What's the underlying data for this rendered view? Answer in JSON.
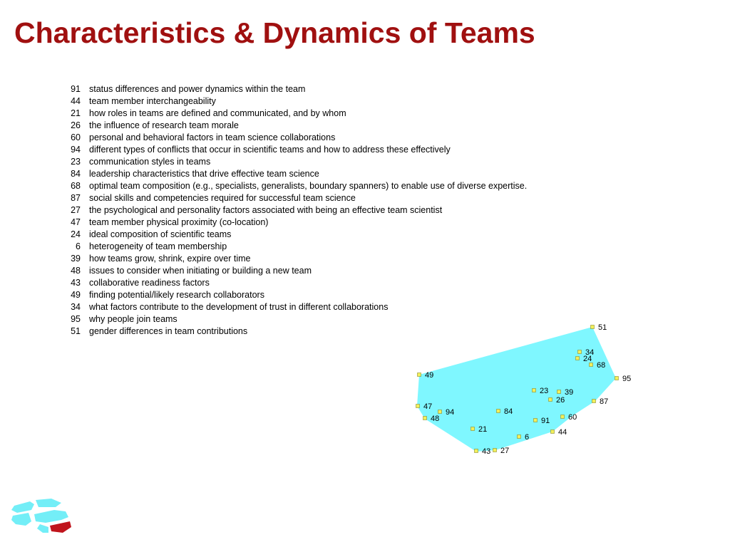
{
  "page": {
    "title": "Characteristics & Dynamics of Teams",
    "title_color": "#a01010",
    "hull_color": "#7ff7ff",
    "point_color": "#f2ef5a",
    "logo_cyan": "#73eef7",
    "logo_red": "#c0141c"
  },
  "items": [
    {
      "num": "91",
      "text": "status differences and power dynamics within the team"
    },
    {
      "num": "44",
      "text": "team member interchangeability"
    },
    {
      "num": "21",
      "text": "how roles in teams are defined and communicated, and by whom"
    },
    {
      "num": "26",
      "text": "the influence of research team morale"
    },
    {
      "num": "60",
      "text": "personal and behavioral factors in team science collaborations"
    },
    {
      "num": "94",
      "text": "different types of conflicts that occur in scientific teams and how to address these effectively"
    },
    {
      "num": "23",
      "text": "communication styles in teams"
    },
    {
      "num": "84",
      "text": "leadership characteristics that drive effective team science"
    },
    {
      "num": "68",
      "text": "optimal team composition (e.g., specialists, generalists, boundary spanners) to enable use of diverse expertise."
    },
    {
      "num": "87",
      "text": "social skills and competencies required for successful team science"
    },
    {
      "num": "27",
      "text": "the psychological and personality factors associated with being an effective team scientist"
    },
    {
      "num": "47",
      "text": "team member physical proximity (co-location)"
    },
    {
      "num": "24",
      "text": "ideal composition of scientific teams"
    },
    {
      "num": "6",
      "text": "heterogeneity of team membership"
    },
    {
      "num": "39",
      "text": "how teams grow, shrink, expire over time"
    },
    {
      "num": "48",
      "text": "issues to consider when initiating or building a new team"
    },
    {
      "num": "43",
      "text": "collaborative readiness factors"
    },
    {
      "num": "49",
      "text": "finding potential/likely research collaborators"
    },
    {
      "num": "34",
      "text": "what factors contribute to the development of trust in different collaborations"
    },
    {
      "num": "95",
      "text": "why people join teams"
    },
    {
      "num": "51",
      "text": "gender differences in team contributions"
    }
  ],
  "map_points": [
    "51",
    "34",
    "24",
    "68",
    "95",
    "49",
    "23",
    "39",
    "26",
    "87",
    "47",
    "94",
    "84",
    "60",
    "48",
    "91",
    "44",
    "21",
    "6",
    "43",
    "27"
  ]
}
